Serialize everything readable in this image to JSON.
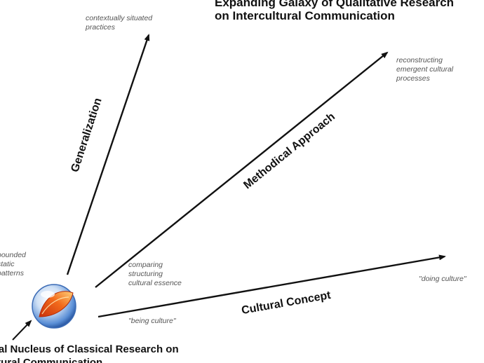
{
  "title": {
    "line1": "Expanding Galaxy of Qualitative Research",
    "line2": "on Intercultural Communication"
  },
  "nucleus": {
    "line1": "Historical Nucleus of Classical Research on",
    "line2": "Intercultural Communication",
    "start_note": "bounded static patterns"
  },
  "axes": [
    {
      "label": "Generalization",
      "end_note": "contextually situated practices"
    },
    {
      "label": "Methodical Approach",
      "start_note": "comparing structuring cultural essence",
      "end_note": "reconstructing emergent cultural processes"
    },
    {
      "label": "Cultural Concept",
      "start_note": "\"being culture\"",
      "end_note": "\"doing culture\""
    }
  ],
  "colors": {
    "arrow": "#111111",
    "sphere_glass": "#5b8fd6",
    "sphere_core": "#f26a1b"
  },
  "icons": {
    "nucleus": "glass-sphere-icon"
  }
}
